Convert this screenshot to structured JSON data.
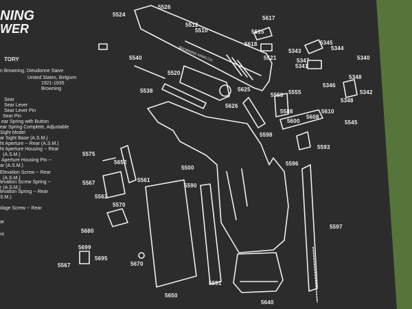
{
  "title": {
    "line1": "NING",
    "line2": "WER"
  },
  "history": {
    "heading": "TORY",
    "credit": "n Browning, Dieudonne Saive",
    "country": "United States, Belgium",
    "years": "1921-1935",
    "maker": "Browning"
  },
  "legend": [
    "Sear",
    "Sear Lever",
    "Sear Lever Pin",
    "Sear Pin",
    "ear Spring with Button",
    "ear Spring Complete, Adjustable",
    "Sight Model",
    "ar Sight Base (A.S.M.)",
    "ht Aperture -- Rear (A.S.M.)",
    "ht Aperture Housing -- Rear",
    "(A.S.M.)",
    "Aperture Housing Pin --",
    "ar (A.S.M.)",
    "Elevation Screw -- Rear",
    "(A.S.M.)",
    "levation Screw Spring --",
    "r (A.S.M.)",
    "levation Spring -- Rear",
    "S.M.)",
    "dage Screw -- Rear",
    "",
    "ar",
    "",
    "nt"
  ],
  "slide_engraving": "BROWNING ARMS CO",
  "part_numbers": [
    "5524",
    "5526",
    "5512",
    "5510",
    "5617",
    "5615",
    "5618",
    "5521",
    "5540",
    "5520",
    "5538",
    "5625",
    "5626",
    "5345",
    "5343",
    "5344",
    "5340",
    "5347",
    "5341",
    "5348",
    "5346",
    "5342",
    "5348",
    "5555",
    "5558",
    "5588",
    "5598",
    "5600",
    "5608",
    "5610",
    "5545",
    "5593",
    "5596",
    "5575",
    "5652",
    "5567",
    "5562",
    "5561",
    "5570",
    "5500",
    "5590",
    "5680",
    "5699",
    "5695",
    "5567",
    "5670",
    "5650",
    "5591",
    "5640",
    "5597"
  ],
  "colors": {
    "mat": "#2b2b2b",
    "ink": "#f2f2f2",
    "background": "#55753a"
  }
}
